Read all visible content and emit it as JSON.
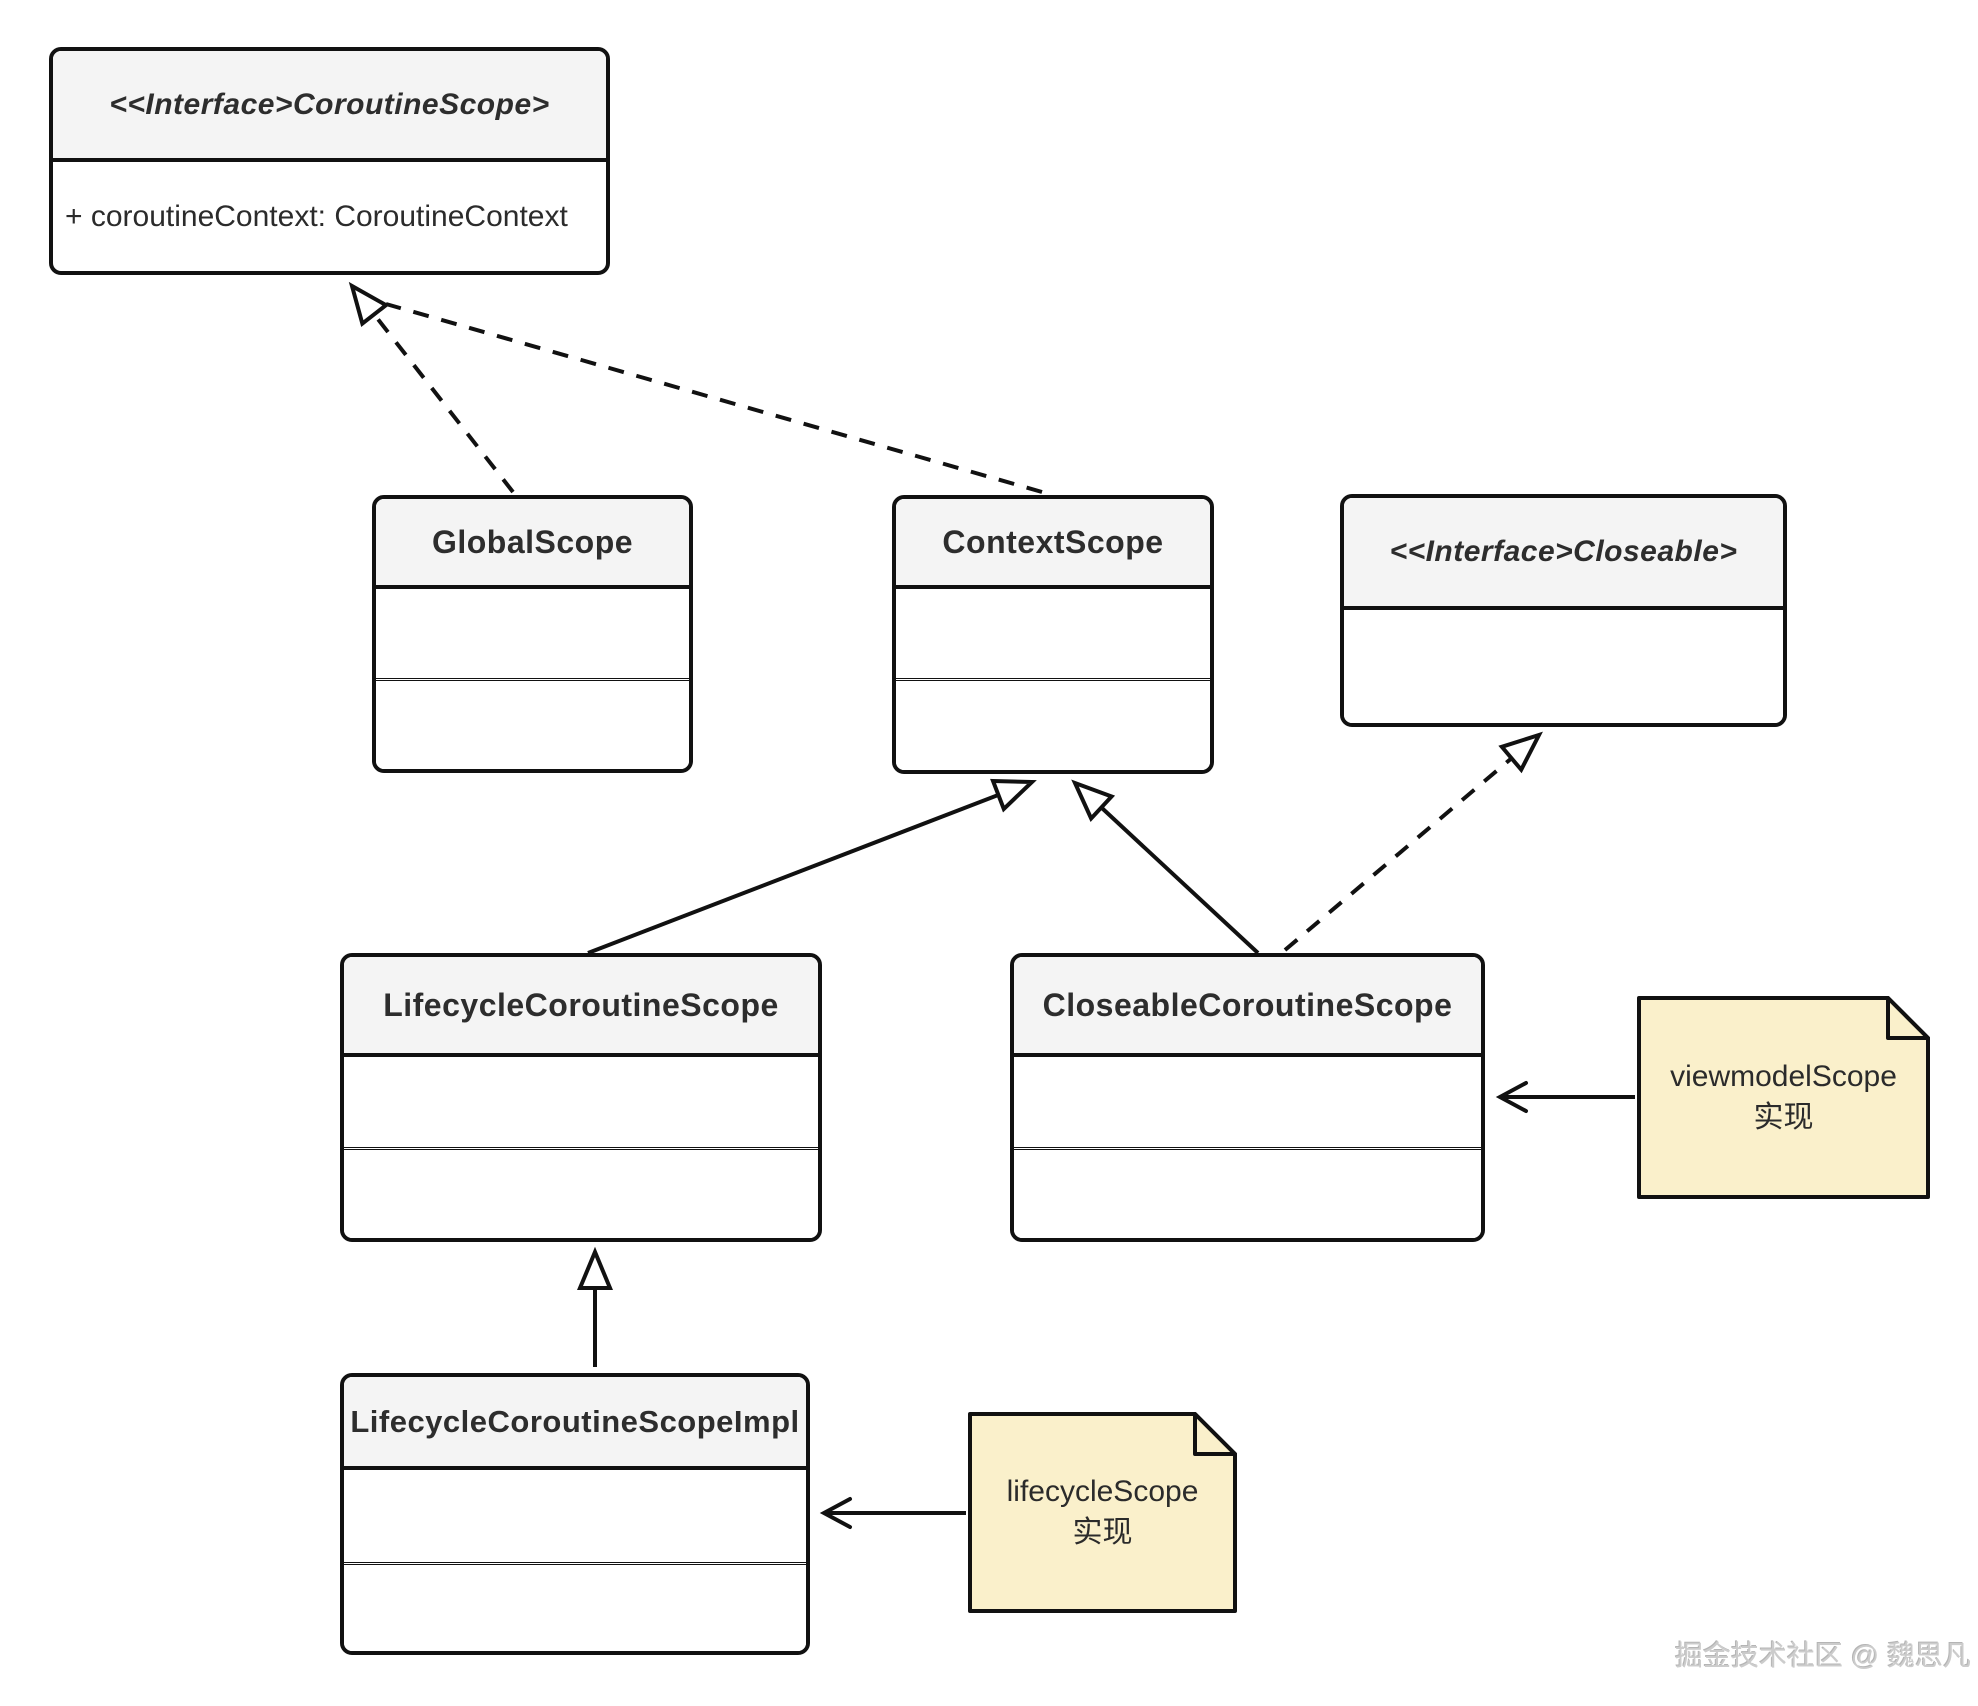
{
  "diagram": {
    "classes": {
      "coroutine_scope": {
        "title": "<<Interface>CoroutineScope>",
        "attribute": "+ coroutineContext: CoroutineContext"
      },
      "global_scope": {
        "title": "GlobalScope"
      },
      "context_scope": {
        "title": "ContextScope"
      },
      "closeable": {
        "title": "<<Interface>Closeable>"
      },
      "lifecycle_scope": {
        "title": "LifecycleCoroutineScope"
      },
      "closeable_scope": {
        "title": "CloseableCoroutineScope"
      },
      "lifecycle_impl": {
        "title": "LifecycleCoroutineScopeImpl"
      }
    },
    "notes": {
      "viewmodel": {
        "line1": "viewmodelScope",
        "line2": "实现"
      },
      "lifecycle": {
        "line1": "lifecycleScope",
        "line2": "实现"
      }
    },
    "edges": {
      "global_to_coroutine": {
        "type": "realization",
        "style": "dashed"
      },
      "context_to_coroutine": {
        "type": "realization",
        "style": "dashed"
      },
      "lifecycle_to_context": {
        "type": "generalization",
        "style": "solid"
      },
      "closeable_to_context": {
        "type": "generalization",
        "style": "solid"
      },
      "closeable_to_closeable": {
        "type": "realization",
        "style": "dashed"
      },
      "impl_to_lifecycle": {
        "type": "generalization",
        "style": "solid"
      },
      "viewmodel_note_link": {
        "type": "note-link",
        "style": "solid"
      },
      "lifecycle_note_link": {
        "type": "note-link",
        "style": "solid"
      }
    },
    "watermark": "掘金技术社区 @ 魏思凡",
    "colors": {
      "border": "#111111",
      "header_fill": "#f4f4f4",
      "body_fill": "#ffffff",
      "note_fill": "#faf0cb",
      "title_text": "#2d2d2d",
      "watermark_text": "#cccccc"
    }
  }
}
